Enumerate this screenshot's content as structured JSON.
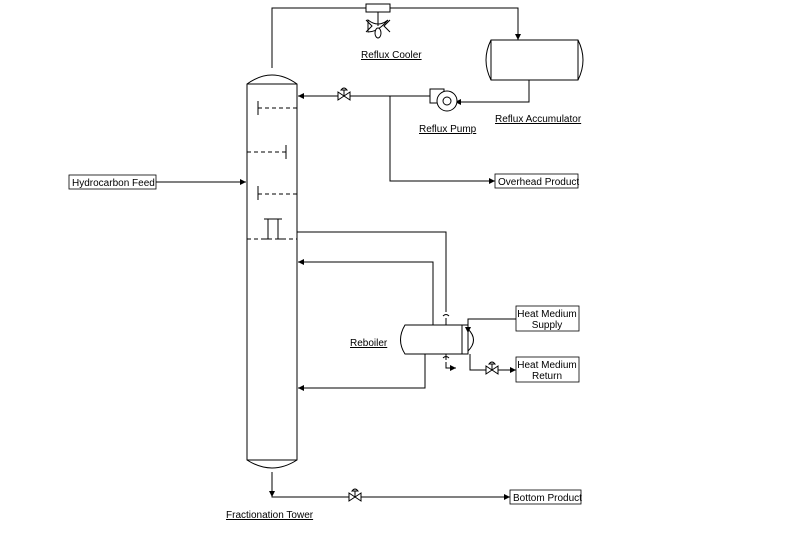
{
  "labels": {
    "reflux_cooler": "Reflux Cooler",
    "reflux_accumulator": "Reflux Accumulator",
    "reflux_pump": "Reflux Pump",
    "hydrocarbon_feed": "Hydrocarbon Feed",
    "overhead_product": "Overhead Product",
    "reboiler": "Reboiler",
    "heat_medium_supply_line1": "Heat Medium",
    "heat_medium_supply_line2": "Supply",
    "heat_medium_return_line1": "Heat Medium",
    "heat_medium_return_line2": "Return",
    "bottom_product": "Bottom Product",
    "fractionation_tower": "Fractionation Tower"
  },
  "colors": {
    "line": "#000000",
    "background": "#ffffff"
  }
}
